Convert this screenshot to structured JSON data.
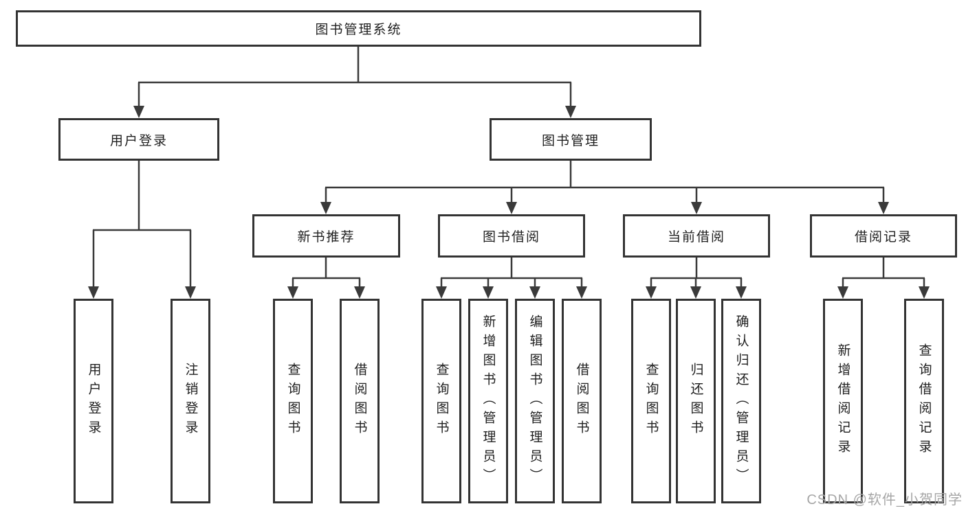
{
  "diagram": {
    "root_label": "图书管理系统",
    "branches": [
      {
        "label": "用户登录",
        "children": [
          "用户登录",
          "注销登录"
        ]
      },
      {
        "label": "图书管理",
        "groups": [
          {
            "label": "新书推荐",
            "children": [
              "查询图书",
              "借阅图书"
            ]
          },
          {
            "label": "图书借阅",
            "children": [
              "查询图书",
              "新增图书（管理员）",
              "编辑图书（管理员）",
              "借阅图书"
            ]
          },
          {
            "label": "当前借阅",
            "children": [
              "查询图书",
              "归还图书",
              "确认归还（管理员）"
            ]
          },
          {
            "label": "借阅记录",
            "children": [
              "新增借阅记录",
              "查询借阅记录"
            ]
          }
        ]
      }
    ]
  },
  "watermark": "CSDN @软件_小贺同学",
  "colors": {
    "line": "#3a3a3a",
    "box_border": "#333333",
    "text": "#1f1f1f",
    "watermark": "#a6a6a6",
    "background": "#ffffff"
  }
}
